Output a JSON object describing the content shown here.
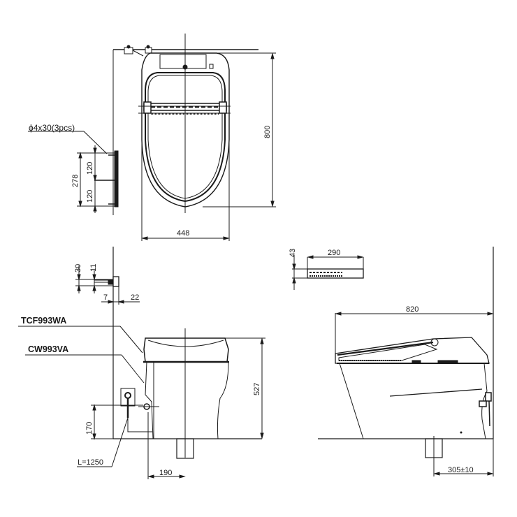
{
  "diagram": {
    "type": "technical-drawing",
    "subject": "Wall-faced tankless toilet with integrated washlet seat - dimension drawing",
    "views": {
      "top_view": {
        "dims": {
          "width": "448",
          "depth": "800"
        },
        "bracket": {
          "fastener": "ϕ4x30(3pcs)",
          "height": "278",
          "spacing_upper": "120",
          "spacing_lower": "120"
        }
      },
      "front_view": {
        "model_seat": "TCF993WA",
        "model_bowl": "CW993VA",
        "dims": {
          "height": "527",
          "supply_height": "170",
          "outlet_offset": "190",
          "hose_length": "L=1250"
        },
        "remote_mount": {
          "h1": "30",
          "h2": "11",
          "d1": "7",
          "d2": "22"
        }
      },
      "side_view": {
        "dims": {
          "length": "820",
          "rough_in": "305±10"
        },
        "remote": {
          "width": "290",
          "thickness": "43"
        }
      }
    },
    "colors": {
      "line": "#1a1a1a",
      "background": "#ffffff"
    }
  }
}
